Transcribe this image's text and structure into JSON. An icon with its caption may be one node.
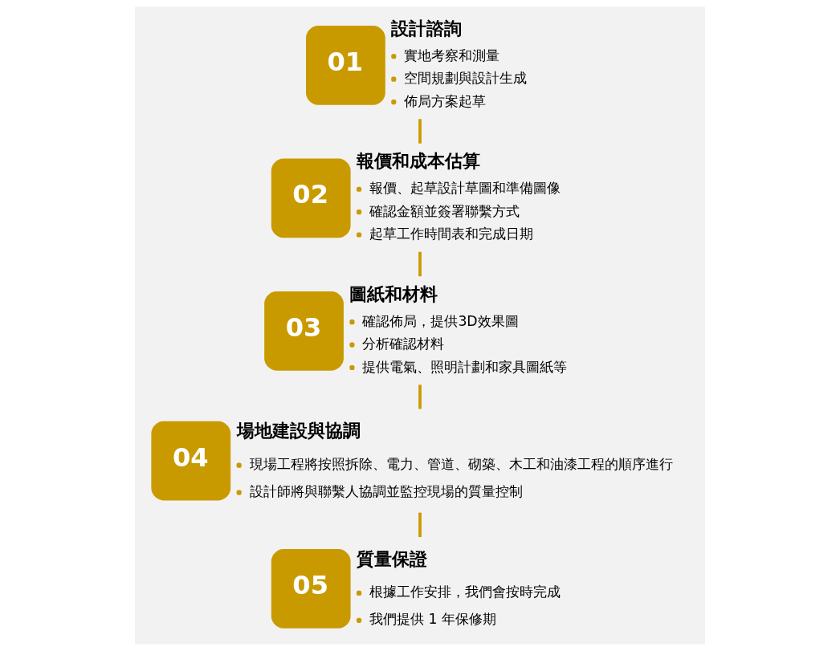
{
  "diagram": {
    "nodes": [
      {
        "text": [
          "01",
          "設計諮詢"
        ],
        "beside": [
          "實地考察和測量",
          "空間規劃與設計生成",
          "佈局方案起草"
        ]
      },
      {
        "text": [
          "02",
          "報價和成本估算"
        ],
        "beside": [
          "報價、起草設計草圖和準備圖像",
          "確認金額並簽署聯繫方式",
          "起草工作時間表和完成日期"
        ]
      },
      {
        "text": [
          "03",
          "圖紙和材料"
        ],
        "beside": [
          "確認佈局，提供3D效果圖",
          "分析確認材料",
          "提供電氣、照明計劃和家具圖紙等"
        ]
      },
      {
        "text": [
          "04",
          "場地建設與協調"
        ],
        "beside": [
          "現場工程將按照拆除、電力、管道、砌築、木工和油漆工程的順序進行",
          "設計師將與聯繫人協調並監控現場的質量控制"
        ]
      },
      {
        "text": [
          "05",
          "質量保證"
        ],
        "beside": [
          "根據工作安排，我們會按時完成",
          "我們提供 1 年保修期"
        ]
      }
    ],
    "edges": [
      {
        "from": 0,
        "to": 1,
        "arrow": "none"
      },
      {
        "from": 1,
        "to": 2,
        "arrow": "none"
      },
      {
        "from": 2,
        "to": 3,
        "arrow": "none"
      },
      {
        "from": 3,
        "to": 4,
        "arrow": "none"
      }
    ]
  }
}
